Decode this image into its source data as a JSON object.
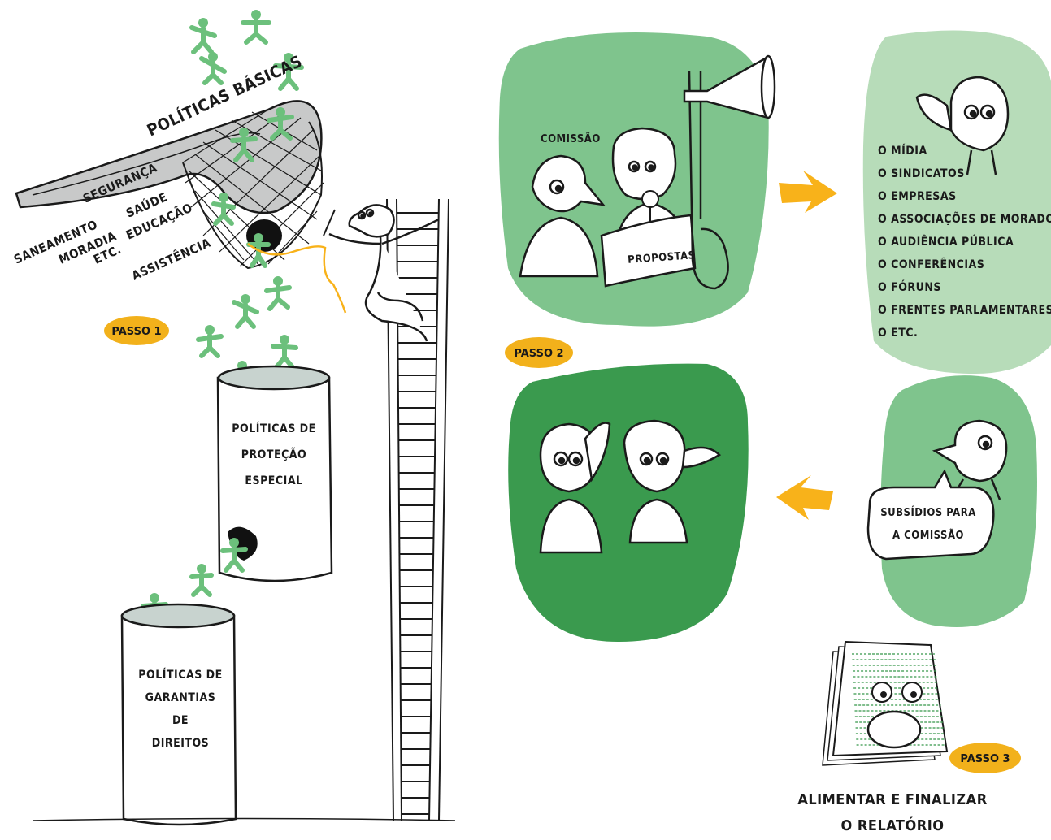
{
  "colors": {
    "green_light": "#7fc48d",
    "green_pale": "#b7dcb9",
    "green_dark": "#3a9a4e",
    "figure_green": "#6cc07c",
    "arrow_yellow": "#f8b21a",
    "badge_yellow": "#f2b11b",
    "ink": "#1a1a1a",
    "net_handle": "#c8c9c9"
  },
  "step1": {
    "badge": "PASSO 1",
    "net_title": "POLÍTICAS BÁSICAS",
    "basic_policies": [
      "SEGURANÇA",
      "SANEAMENTO",
      "SAÚDE",
      "MORADIA",
      "EDUCAÇÃO",
      "ETC.",
      "ASSISTÊNCIA"
    ],
    "cylinder_special": [
      "POLÍTICAS DE",
      "PROTEÇÃO",
      "ESPECIAL"
    ],
    "cylinder_rights": [
      "POLÍTICAS DE",
      "GARANTIAS",
      "DE",
      "DIREITOS"
    ]
  },
  "step2": {
    "badge": "PASSO 2",
    "commission_label": "COMISSÃO",
    "proposals_label": "PROPOSTAS",
    "channels": [
      "O MÍDIA",
      "O SINDICATOS",
      "O EMPRESAS",
      "O ASSOCIAÇÕES DE MORADORES",
      "O AUDIÊNCIA PÚBLICA",
      "O CONFERÊNCIAS",
      "O FÓRUNS",
      "O FRENTES PARLAMENTARES",
      "O ETC."
    ],
    "speech_bubble": [
      "SUBSÍDIOS PARA",
      "A COMISSÃO"
    ]
  },
  "step3": {
    "badge": "PASSO 3",
    "caption": [
      "ALIMENTAR E FINALIZAR",
      "O RELATÓRIO"
    ]
  }
}
